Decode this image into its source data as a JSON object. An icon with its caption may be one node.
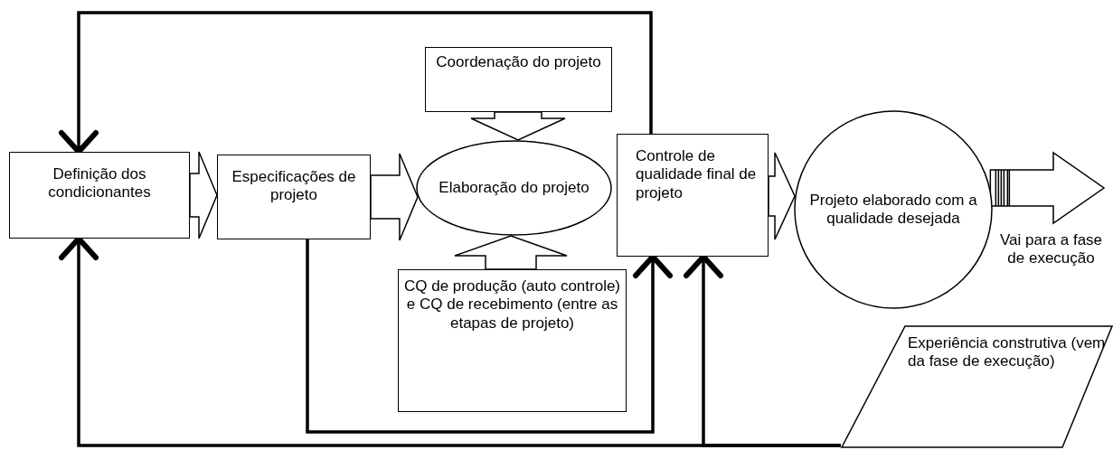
{
  "diagram": {
    "nodes": [
      {
        "text": [
          "Definição dos condicionantes"
        ]
      },
      {
        "text": [
          "Especificações de projeto"
        ]
      },
      {
        "text": [
          "Coordenação do projeto"
        ]
      },
      {
        "text": [
          "Elaboração do projeto"
        ]
      },
      {
        "text": [
          "CQ de produção (auto controle) e CQ de recebimento (entre as etapas de projeto)"
        ]
      },
      {
        "text": [
          "Controle de qualidade final de projeto"
        ]
      },
      {
        "text": [
          "Projeto elaborado com a qualidade desejada"
        ]
      },
      {
        "text": [
          "Experiência construtiva (vem da fase de execução)"
        ]
      }
    ],
    "edges": [
      {
        "from": 0,
        "to": 1,
        "arrow": "to"
      },
      {
        "from": 1,
        "to": 3,
        "arrow": "to"
      },
      {
        "from": 2,
        "to": 3,
        "arrow": "to"
      },
      {
        "from": 4,
        "to": 3,
        "arrow": "to"
      },
      {
        "from": 5,
        "to": 6,
        "arrow": "to"
      },
      {
        "from": 6,
        "to": null,
        "arrow": "to",
        "label": "Vai para a fase de execução"
      },
      {
        "from": 5,
        "to": 0,
        "arrow": "to"
      },
      {
        "from": 1,
        "to": 5,
        "arrow": "to"
      },
      {
        "from": 7,
        "to": 0,
        "arrow": "to"
      },
      {
        "from": 7,
        "to": 5,
        "arrow": "to"
      }
    ]
  }
}
